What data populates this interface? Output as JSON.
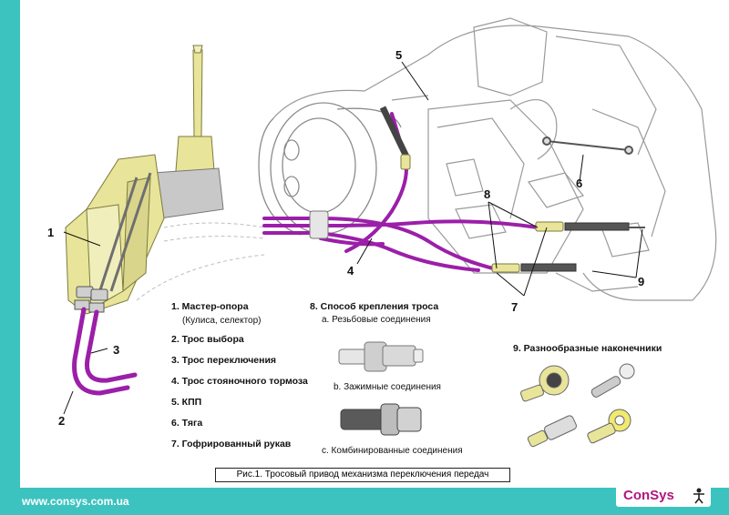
{
  "callouts": {
    "c1": "1",
    "c2": "2",
    "c3": "3",
    "c4": "4",
    "c5": "5",
    "c6": "6",
    "c7": "7",
    "c8": "8",
    "c9": "9"
  },
  "legend": {
    "item1": "1. Мастер-опора",
    "item1_sub": "(Кулиса, селектор)",
    "item2": "2. Трос выбора",
    "item3": "3. Трос переключения",
    "item4": "4. Трос стояночного тормоза",
    "item5": "5. КПП",
    "item6": "6. Тяга",
    "item7": "7. Гофрированный рукав"
  },
  "section8": {
    "title": "8. Способ крепления троса",
    "a": "a. Резьбовые соединения",
    "b": "b. Зажимные соединения",
    "c": "c. Комбинированные соединения"
  },
  "section9": {
    "title": "9. Разнообразные наконечники"
  },
  "caption": "Рис.1. Тросовый привод механизма переключения передач",
  "footer": {
    "url": "www.consys.com.ua",
    "logo": "ConSys"
  },
  "colors": {
    "frame": "#3cc3c0",
    "cable": "#9b1fa8",
    "yellow_part": "#e8e59a",
    "line_art": "#8a8a8a",
    "logo": "#b0167e"
  }
}
